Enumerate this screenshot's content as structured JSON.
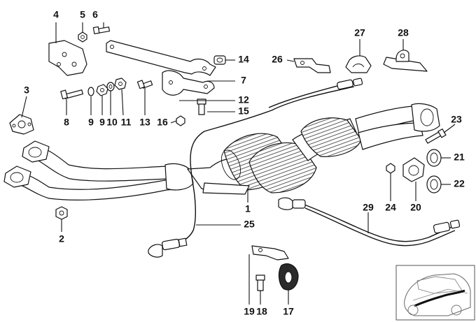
{
  "diagram": {
    "part_labels": [
      {
        "id": "p4",
        "text": "4"
      },
      {
        "id": "p5",
        "text": "5"
      },
      {
        "id": "p6",
        "text": "6"
      },
      {
        "id": "p14",
        "text": "14"
      },
      {
        "id": "p7",
        "text": "7"
      },
      {
        "id": "p26",
        "text": "26"
      },
      {
        "id": "p27",
        "text": "27"
      },
      {
        "id": "p28",
        "text": "28"
      },
      {
        "id": "p3",
        "text": "3"
      },
      {
        "id": "p8",
        "text": "8"
      },
      {
        "id": "p9a",
        "text": "9"
      },
      {
        "id": "p9b",
        "text": "9"
      },
      {
        "id": "p10",
        "text": "10"
      },
      {
        "id": "p11",
        "text": "11"
      },
      {
        "id": "p13",
        "text": "13"
      },
      {
        "id": "p12",
        "text": "12"
      },
      {
        "id": "p15",
        "text": "15"
      },
      {
        "id": "p16",
        "text": "16"
      },
      {
        "id": "p23",
        "text": "23"
      },
      {
        "id": "p21",
        "text": "21"
      },
      {
        "id": "p22",
        "text": "22"
      },
      {
        "id": "p24",
        "text": "24"
      },
      {
        "id": "p20",
        "text": "20"
      },
      {
        "id": "p29",
        "text": "29"
      },
      {
        "id": "p1",
        "text": "1"
      },
      {
        "id": "p25",
        "text": "25"
      },
      {
        "id": "p2",
        "text": "2"
      },
      {
        "id": "p19",
        "text": "19"
      },
      {
        "id": "p18",
        "text": "18"
      },
      {
        "id": "p17",
        "text": "17"
      }
    ]
  },
  "colors": {
    "ink": "#111111",
    "paper": "#ffffff",
    "inset_border": "#555555"
  }
}
